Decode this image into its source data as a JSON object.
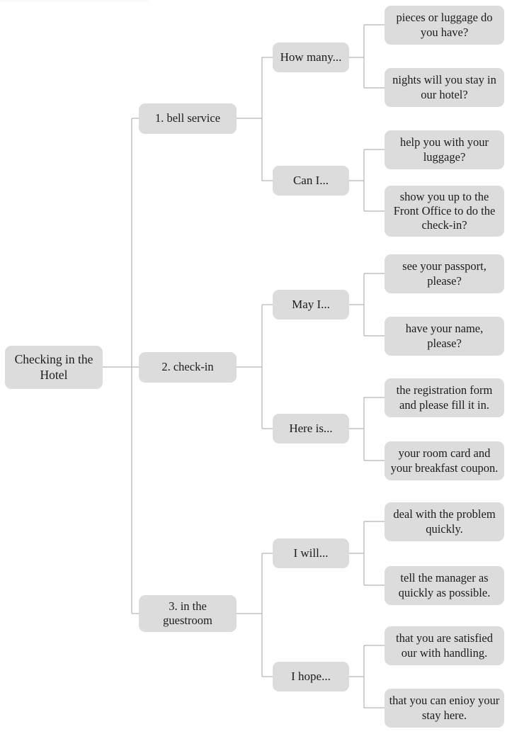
{
  "diagram": {
    "type": "mind-map",
    "title": "Checking in the Hotel",
    "colors": {
      "node_fill": "#dcdcdc",
      "connector": "#b4b4b4",
      "text": "#1c1c1c",
      "background": "#ffffff"
    },
    "root": {
      "label": "Checking in the Hotel"
    },
    "branches": [
      {
        "label": "1. bell service",
        "children": [
          {
            "label": "How many...",
            "leaves": [
              {
                "label": "pieces or luggage do you have?"
              },
              {
                "label": "nights will you stay in our hotel?"
              }
            ]
          },
          {
            "label": "Can I...",
            "leaves": [
              {
                "label": "help you with your luggage?"
              },
              {
                "label": "show you up to the Front Office to do the check-in?"
              }
            ]
          }
        ]
      },
      {
        "label": "2. check-in",
        "children": [
          {
            "label": "May I...",
            "leaves": [
              {
                "label": "see your passport, please?"
              },
              {
                "label": "have your name, please?"
              }
            ]
          },
          {
            "label": "Here is...",
            "leaves": [
              {
                "label": "the registration form and please fill it in."
              },
              {
                "label": "your room card and your breakfast coupon."
              }
            ]
          }
        ]
      },
      {
        "label": "3. in the guestroom",
        "children": [
          {
            "label": "I will...",
            "leaves": [
              {
                "label": "deal with the problem quickly."
              },
              {
                "label": "tell the manager as quickly as possible."
              }
            ]
          },
          {
            "label": "I hope...",
            "leaves": [
              {
                "label": "that you are satisfied our with handling."
              },
              {
                "label": "that you can enioy your stay here."
              }
            ]
          }
        ]
      }
    ]
  }
}
